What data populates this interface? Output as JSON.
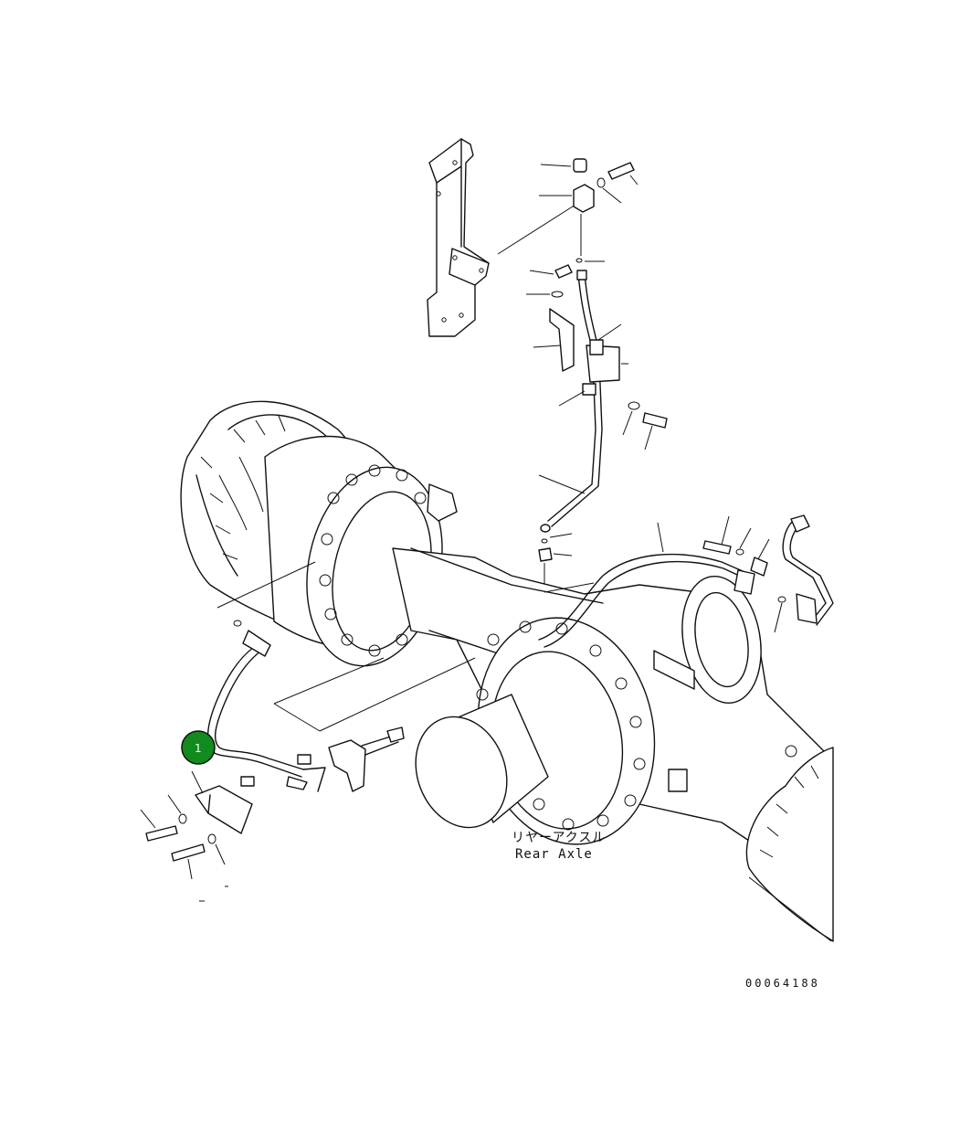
{
  "diagram": {
    "axle_label_jp": "リヤーアクスル",
    "axle_label_en": "Rear Axle",
    "drawing_code": "00064188",
    "callout_color": "#118a1e",
    "callouts": [
      {
        "number": "1"
      }
    ]
  }
}
